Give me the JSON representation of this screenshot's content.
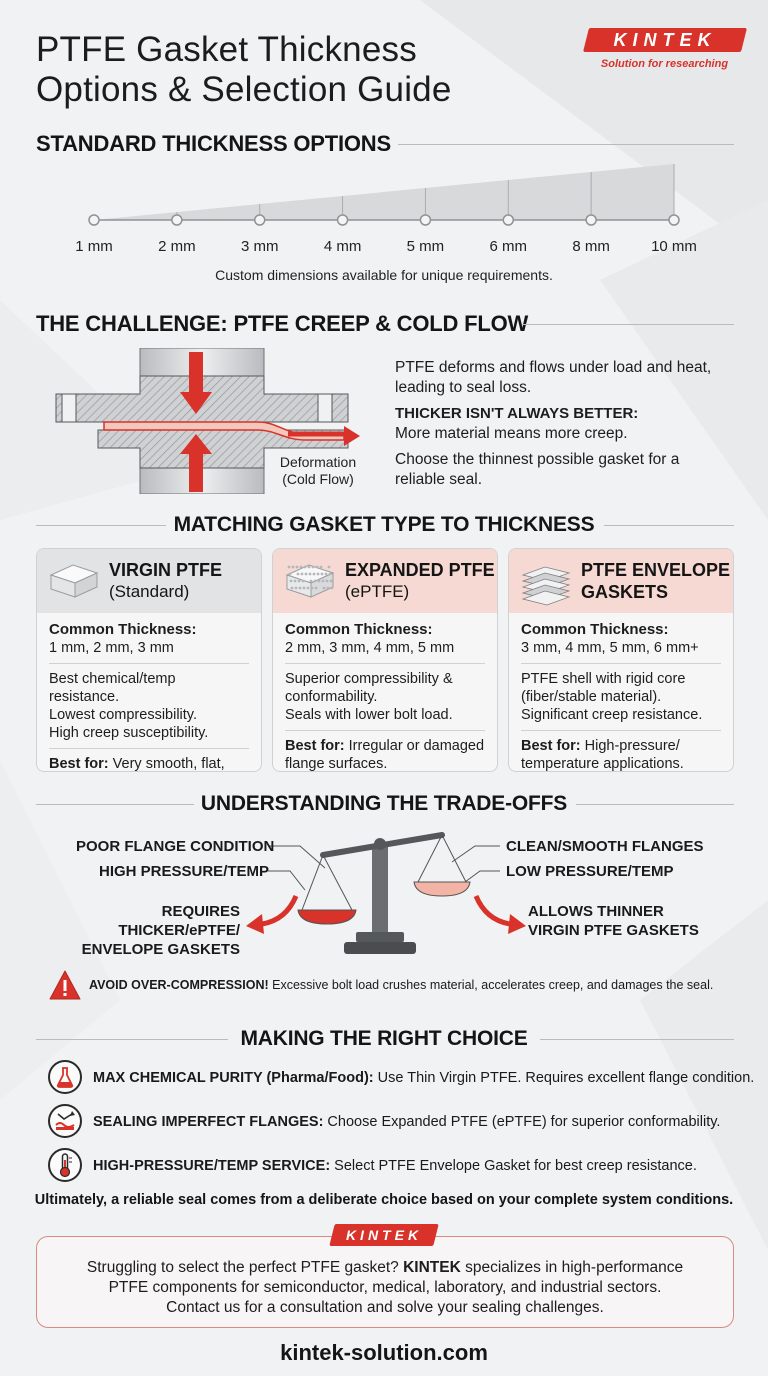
{
  "page": {
    "title_line1": "PTFE Gasket Thickness",
    "title_line2": "Options & Selection Guide"
  },
  "brand": {
    "name": "KINTEK",
    "tagline": "Solution for researching",
    "accent": "#d8322a",
    "url": "kintek-solution.com"
  },
  "thickness": {
    "heading": "STANDARD THICKNESS OPTIONS",
    "options": [
      "1 mm",
      "2 mm",
      "3 mm",
      "4 mm",
      "5 mm",
      "6 mm",
      "8 mm",
      "10 mm"
    ],
    "note": "Custom dimensions available for unique requirements."
  },
  "challenge": {
    "heading": "THE CHALLENGE: PTFE CREEP & COLD FLOW",
    "diagram_label_1": "Deformation",
    "diagram_label_2": "(Cold Flow)",
    "text1": "PTFE deforms and flows under load and heat, leading to seal loss.",
    "text2_bold": "THICKER ISN'T ALWAYS BETTER:",
    "text2": "More material means more creep.",
    "text3": "Choose the thinnest possible gasket for a reliable seal."
  },
  "matching": {
    "heading": "MATCHING GASKET TYPE TO THICKNESS",
    "cards": [
      {
        "title": "VIRGIN PTFE",
        "subtitle": "(Standard)",
        "thickness_label": "Common Thickness:",
        "thickness": "1 mm, 2 mm, 3 mm",
        "lines": [
          "Best chemical/temp resistance.",
          "Lowest compressibility.",
          "High creep susceptibility."
        ],
        "best_label": "Best for:",
        "best": "Very smooth, flat, parallel flanges.",
        "head_color": "#e2e3e4",
        "icon": "solid-block-icon"
      },
      {
        "title": "EXPANDED PTFE",
        "subtitle": "(ePTFE)",
        "thickness_label": "Common Thickness:",
        "thickness": "2 mm, 3 mm, 4 mm, 5 mm",
        "lines": [
          "Superior compressibility &",
          "conformability.",
          "Seals with lower bolt load."
        ],
        "best_label": "Best for:",
        "best": "Irregular or damaged flange surfaces.",
        "head_color": "#f6d9d2",
        "icon": "porous-block-icon"
      },
      {
        "title": "PTFE ENVELOPE",
        "subtitle": "GASKETS",
        "thickness_label": "Common Thickness:",
        "thickness": "3 mm, 4 mm, 5 mm, 6 mm+",
        "lines": [
          "PTFE shell with rigid core",
          "(fiber/stable material).",
          "Significant creep resistance."
        ],
        "best_label": "Best for:",
        "best": "High-pressure/ temperature applications.",
        "head_color": "#f6d9d2",
        "icon": "layered-sheets-icon"
      }
    ]
  },
  "tradeoffs": {
    "heading": "UNDERSTANDING THE TRADE-OFFS",
    "left_1": "POOR FLANGE CONDITION",
    "left_2": "HIGH PRESSURE/TEMP",
    "left_result_1": "REQUIRES THICKER/ePTFE/",
    "left_result_2": "ENVELOPE GASKETS",
    "right_1": "CLEAN/SMOOTH FLANGES",
    "right_2": "LOW PRESSURE/TEMP",
    "right_result_1": "ALLOWS THINNER",
    "right_result_2": "VIRGIN PTFE GASKETS",
    "warning_bold": "AVOID OVER-COMPRESSION!",
    "warning": " Excessive bolt load crushes material, accelerates creep, and damages the seal."
  },
  "choice": {
    "heading": "MAKING THE RIGHT CHOICE",
    "rows": [
      {
        "bold": "MAX CHEMICAL PURITY (Pharma/Food):",
        "text": " Use Thin Virgin PTFE. Requires excellent flange condition.",
        "icon": "flask-icon"
      },
      {
        "bold": "SEALING IMPERFECT FLANGES:",
        "text": " Choose Expanded PTFE (ePTFE) for superior conformability.",
        "icon": "uneven-surface-icon"
      },
      {
        "bold": "HIGH-PRESSURE/TEMP SERVICE:",
        "text": " Select PTFE Envelope Gasket for best creep resistance.",
        "icon": "thermometer-icon"
      }
    ],
    "conclusion": "Ultimately, a reliable seal comes from a deliberate choice based on your complete system conditions."
  },
  "cta": {
    "line1_pre": "Struggling to select the perfect PTFE gasket? ",
    "line1_brand": "KINTEK",
    "line1_post": " specializes in high-performance",
    "line2": "PTFE components for semiconductor, medical, laboratory, and industrial sectors.",
    "line3": "Contact us for a consultation and solve your sealing challenges."
  }
}
